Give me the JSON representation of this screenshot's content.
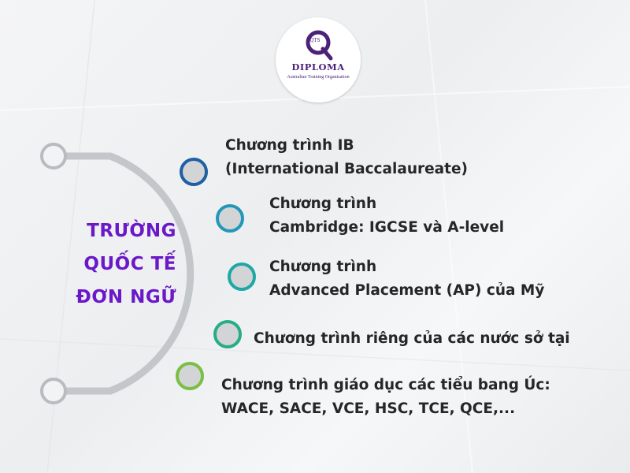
{
  "logo": {
    "monogram": "QTS",
    "name": "DIPLOMA",
    "subtitle": "Australian Training Organisation"
  },
  "title_lines": [
    "TRƯỜNG",
    "QUỐC TẾ",
    "ĐƠN NGỮ"
  ],
  "colors": {
    "title": "#6a18c8",
    "node_1": "#1f5fa3",
    "node_2": "#2497b8",
    "node_3": "#1ea8a5",
    "node_4": "#25ad86",
    "node_5": "#79bf45",
    "arc": "#c4c7ca",
    "end_node": "#b9bcbf",
    "node_fill": "#d3d4d6"
  },
  "items": [
    {
      "line1": "Chương trình IB",
      "line2": "(International Baccalaureate)"
    },
    {
      "line1": "Chương trình",
      "line2": "Cambridge: IGCSE và A-level"
    },
    {
      "line1": "Chương trình",
      "line2": "Advanced Placement (AP) của Mỹ"
    },
    {
      "line1": "Chương trình riêng của các nước sở tại",
      "line2": ""
    },
    {
      "line1": "Chương trình giáo dục các tiểu bang Úc:",
      "line2": "WACE, SACE, VCE, HSC, TCE, QCE,..."
    }
  ]
}
